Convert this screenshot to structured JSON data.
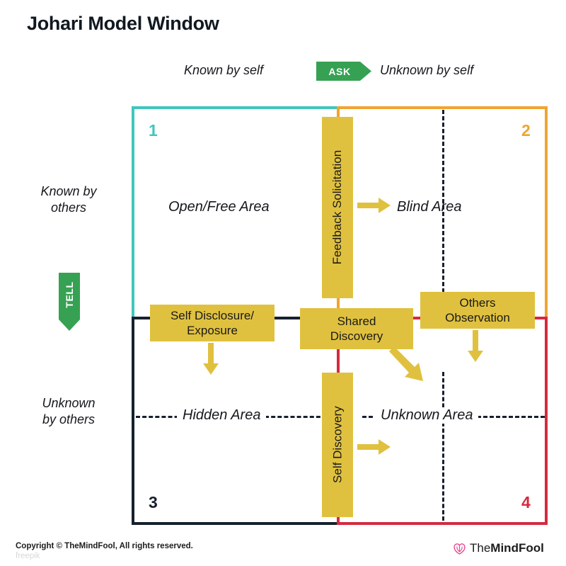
{
  "page": {
    "title": "Johari Model Window"
  },
  "axes": {
    "top_left": "Known by self",
    "top_right": "Unknown by self",
    "left_top": "Known by\nothers",
    "left_bottom": "Unknown\nby others",
    "ask_label": "ASK",
    "tell_label": "TELL"
  },
  "quadrants": [
    {
      "number": "1",
      "area": "Open/Free Area",
      "color": "#3fc6bd"
    },
    {
      "number": "2",
      "area": "Blind Area",
      "color": "#f0a430"
    },
    {
      "number": "3",
      "area": "Hidden Area",
      "color": "#16202e"
    },
    {
      "number": "4",
      "area": "Unknown Area",
      "color": "#d42a40"
    }
  ],
  "process_boxes": [
    {
      "id": "feedback-solicitation",
      "label": "Feedback Solicitation",
      "orientation": "vertical"
    },
    {
      "id": "self-disclosure-exposure",
      "label": "Self Disclosure/\nExposure",
      "orientation": "horizontal"
    },
    {
      "id": "shared-discovery",
      "label": "Shared\nDiscovery",
      "orientation": "horizontal"
    },
    {
      "id": "others-observation",
      "label": "Others\nObservation",
      "orientation": "horizontal"
    },
    {
      "id": "self-discovery",
      "label": "Self Discovery",
      "orientation": "vertical"
    }
  ],
  "colors": {
    "box_fill": "#e0c13f",
    "banner_green": "#36a153",
    "quad1": "#3fc6bd",
    "quad2": "#f0a430",
    "quad3": "#16202e",
    "quad4": "#d42a40",
    "brand_pink": "#e8468f"
  },
  "footer": {
    "copyright": "Copyright © TheMindFool, All rights reserved.",
    "attribution": "freepik",
    "brand_the": "The",
    "brand_mindfool": "MindFool"
  }
}
